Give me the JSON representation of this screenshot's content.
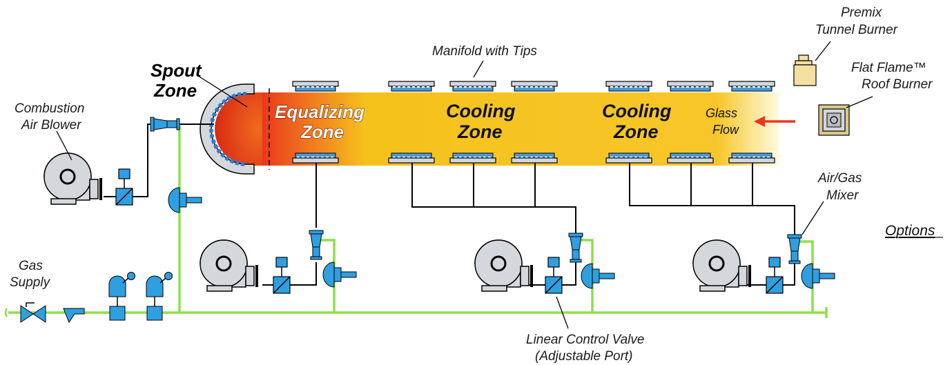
{
  "labels": {
    "spout_zone": [
      "Spout",
      "Zone"
    ],
    "equalizing_zone": [
      "Equalizing",
      "Zone"
    ],
    "cooling_zone_1": [
      "Cooling",
      "Zone"
    ],
    "cooling_zone_2": [
      "Cooling",
      "Zone"
    ],
    "glass_flow": [
      "Glass",
      "Flow"
    ],
    "manifold": "Manifold with Tips",
    "premix": [
      "Premix",
      "Tunnel Burner"
    ],
    "flat_flame": [
      "Flat Flame™",
      "Roof Burner"
    ],
    "combustion_air_blower": [
      "Combustion",
      "Air Blower"
    ],
    "gas_supply": [
      "Gas",
      "Supply"
    ],
    "air_gas_mixer": [
      "Air/Gas",
      "Mixer"
    ],
    "options": "Options",
    "linear_control_valve": [
      "Linear Control Valve",
      "(Adjustable Port)"
    ]
  },
  "colors": {
    "gas_line": "#8ee04a",
    "air_line": "#000000",
    "valve_blue": "#2f9fe0",
    "equipment_gray": "#d4d8dc",
    "spout_red": "#e8381a",
    "forehearth_yellow": "#f5c21b",
    "flow_arrow": "#e8381a",
    "premix_tan": "#f4e0a0"
  },
  "icons": [
    "blower-icon",
    "control-valve-icon",
    "mixer-icon",
    "regulator-icon",
    "shutoff-valve-icon",
    "pressure-switch-icon",
    "strainer-icon",
    "burner-manifold-icon"
  ]
}
